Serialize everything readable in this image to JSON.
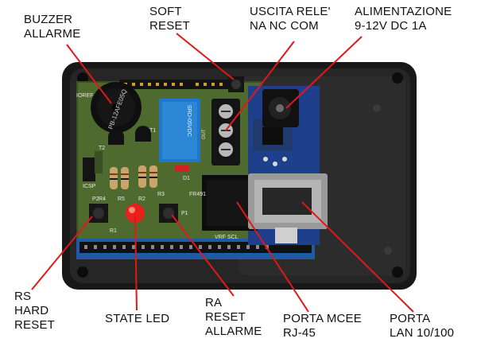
{
  "labels": {
    "buzzer": "BUZZER\nALLARME",
    "soft_reset": "SOFT\nRESET",
    "relay": "USCITA RELE'\nNA NC COM",
    "power": "ALIMENTAZIONE\n9-12V DC 1A",
    "rs_hard_reset": "RS\nHARD\nRESET",
    "state_led": "STATE LED",
    "ra_reset": "RA\nRESET\nALLARME",
    "porta_mcee": "PORTA MCEE\nRJ-45",
    "porta_lan": "PORTA\nLAN 10/100"
  },
  "board_text": {
    "buzzer_print": "PB-12AFE05Q",
    "relay_print": "SRD-05VDC",
    "terminal_out": "OUT",
    "board_id": "FR491",
    "vrf": "VRF SCL",
    "pin_d1": "D1",
    "pin_r1": "R1",
    "pin_r2": "R2",
    "pin_r3": "R3",
    "pin_r4": "R4",
    "pin_r5": "R5",
    "pin_p1": "P1",
    "pin_p2": "P2",
    "pin_t1": "T1",
    "pin_t2": "T2",
    "pin_icsp": "ICSP",
    "pin_ioref": "IOREF"
  },
  "colors": {
    "annotation_line": "#e01818",
    "enclosure": "#1d1d1d",
    "pcb": "#4f6a2e",
    "relay": "#1f77c9",
    "shield": "#1e3f8c",
    "led": "#e8211b"
  }
}
